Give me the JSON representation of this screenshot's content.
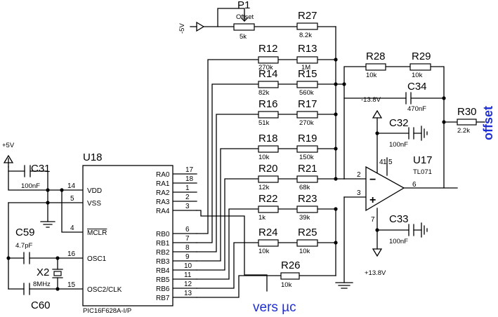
{
  "supply": {
    "plus5": "+5V",
    "minus5": "-5V",
    "minus138": "-13.8V",
    "plus138": "+13.8V"
  },
  "pot": {
    "ref": "P1",
    "label": "Offset",
    "value": "5k"
  },
  "resistors": [
    {
      "ref": "R27",
      "value": "8.2k"
    },
    {
      "ref": "R12",
      "value": "270k"
    },
    {
      "ref": "R13",
      "value": "1M"
    },
    {
      "ref": "R14",
      "value": "82k"
    },
    {
      "ref": "R15",
      "value": "560k"
    },
    {
      "ref": "R16",
      "value": "51k"
    },
    {
      "ref": "R17",
      "value": "270k"
    },
    {
      "ref": "R18",
      "value": "10k"
    },
    {
      "ref": "R19",
      "value": "150k"
    },
    {
      "ref": "R20",
      "value": "12k"
    },
    {
      "ref": "R21",
      "value": "68k"
    },
    {
      "ref": "R22",
      "value": "1k"
    },
    {
      "ref": "R23",
      "value": "39k"
    },
    {
      "ref": "R24",
      "value": "10k"
    },
    {
      "ref": "R25",
      "value": "10k"
    },
    {
      "ref": "R26",
      "value": "10k"
    },
    {
      "ref": "R28",
      "value": "10k"
    },
    {
      "ref": "R29",
      "value": "10k"
    },
    {
      "ref": "R30",
      "value": "2.2k"
    }
  ],
  "capacitors": [
    {
      "ref": "C31",
      "value": "100nF"
    },
    {
      "ref": "C59",
      "value": "4.7pF"
    },
    {
      "ref": "C60",
      "value": ""
    },
    {
      "ref": "C34",
      "value": "470nF"
    },
    {
      "ref": "C32",
      "value": "100nF"
    },
    {
      "ref": "C33",
      "value": "100nF"
    }
  ],
  "crystal": {
    "ref": "X2",
    "value": "8MHz"
  },
  "mcu": {
    "ref": "U18",
    "part": "PIC16F628A-I/P",
    "left_pins": [
      {
        "num": "14",
        "name": "VDD"
      },
      {
        "num": "5",
        "name": "VSS"
      },
      {
        "num": "4",
        "name": "MCLR"
      },
      {
        "num": "16",
        "name": "OSC1"
      },
      {
        "num": "15",
        "name": "OSC2/CLK"
      }
    ],
    "right_pins": [
      {
        "num": "17",
        "name": "RA0"
      },
      {
        "num": "18",
        "name": "RA1"
      },
      {
        "num": "1",
        "name": "RA2"
      },
      {
        "num": "2",
        "name": "RA3"
      },
      {
        "num": "3",
        "name": "RA4"
      },
      {
        "num": "6",
        "name": "RB0"
      },
      {
        "num": "7",
        "name": "RB1"
      },
      {
        "num": "8",
        "name": "RB2"
      },
      {
        "num": "9",
        "name": "RB3"
      },
      {
        "num": "10",
        "name": "RB4"
      },
      {
        "num": "11",
        "name": "RB5"
      },
      {
        "num": "12",
        "name": "RB6"
      },
      {
        "num": "13",
        "name": "RB7"
      }
    ]
  },
  "opamp": {
    "ref": "U17",
    "part": "TL071",
    "pins": [
      "2",
      "3",
      "6",
      "4",
      "5",
      "1",
      "7"
    ],
    "minus": "−",
    "plus": "+"
  },
  "labels": {
    "offset": "offset",
    "vers_uc": "vers µc"
  }
}
